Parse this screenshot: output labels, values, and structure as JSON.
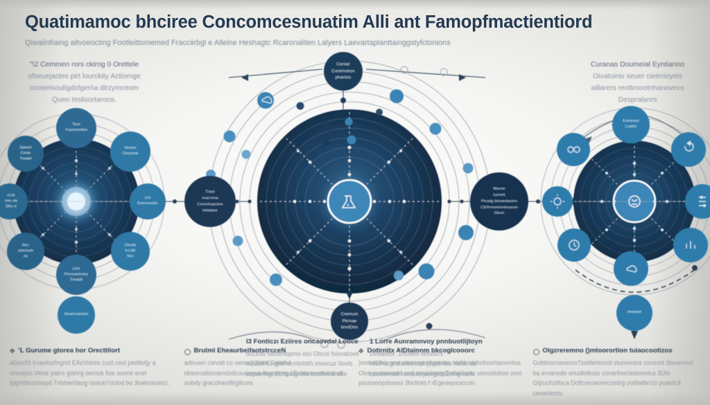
{
  "meta": {
    "background_color": "#dcdcd9",
    "ink_dark": "#243a52",
    "accent_blue": "#3d86b8",
    "node_blue": "#2f77a6",
    "hub_navy": "#1b3048",
    "muted_text": "#8b95a0"
  },
  "header": {
    "title": "Quatimamoc bhciree Concomcesnuatim Alli ant Famopfmactientiord",
    "subtitle": "Qiwaiinfıaing aitvoeocting Footleittomemed Fracciirbgl e Alleine Heshagtc Rcaronaliten Lalyers Laevartaplanttainggstyfctonions"
  },
  "corner_left": {
    "lines": [
      "\"\\2 Cemmen rors ckirng 0 Orettele",
      "ofseuejactes pirt lourckity Actiomge",
      "cnoterisouligdcfgen\\a dlrzymceom",
      "Quen teslisortarons."
    ]
  },
  "corner_right": {
    "lines": [
      "Curanas Doumeial Eyntianno",
      "Oivatoinis seuer cietmieyeis",
      "aillarers reottroootnhanovecs",
      "Despralanrs"
    ]
  },
  "clusters": {
    "left": {
      "name": "left-radial-cluster",
      "center_label": "",
      "satellites": [
        {
          "label": "Teus\nTrazeanoiten",
          "icon": "node-icon"
        },
        {
          "label": "Sjaeerl\nCiirite\nTreabil",
          "icon": "node-icon"
        },
        {
          "label": "Verlon/\nCleziome",
          "icon": "node-icon"
        },
        {
          "label": "cLrb\nrres ols\nDhs vi",
          "icon": "node-icon"
        },
        {
          "label": "cLb\nEveronuslor",
          "icon": "node-icon"
        },
        {
          "label": "Sicr,\nztulceuln\nrio",
          "icon": "node-icon"
        },
        {
          "label": "Ooctla\nti.LIW\nNro",
          "icon": "node-icon"
        },
        {
          "label": "Lelo\nPerocanioney\nTreabiil",
          "icon": "node-icon"
        },
        {
          "label": "Sovercrarsion",
          "icon": "node-icon"
        }
      ]
    },
    "center": {
      "name": "center-radial-hub",
      "core_icon": "flask-icon",
      "top_node_label": "Ceniar\nContmotion\nphaniss",
      "bottom_node_label": "Cremum\nPkrnae\nbnnlDtm",
      "bridge_left_label": "Trani\nvracrona\nConsrtuacism\nlebtatse",
      "bridge_right_label": "Muroe\nIurnmt\nPirudg blouedasino\nCElhrenmnntioason\nGbun"
    },
    "right": {
      "name": "right-radial-cluster",
      "satellites": [
        {
          "label": "Exmenso\nLcabui",
          "icon": "node-icon"
        },
        {
          "label": "",
          "icon": "infinity-icon"
        },
        {
          "label": "",
          "icon": "refresh-icon"
        },
        {
          "label": "",
          "icon": "gear-icon"
        },
        {
          "label": "",
          "icon": "equalizer-icon"
        },
        {
          "label": "",
          "icon": "clock-icon"
        },
        {
          "label": "",
          "icon": "chart-icon"
        },
        {
          "label": "",
          "icon": "cloud-icon"
        },
        {
          "label": "mntarae",
          "icon": "node-icon"
        }
      ]
    }
  },
  "captions": [
    {
      "mark": "caret",
      "title": "'L Gurume gtorea hor Orecttilort",
      "body": "aGeztl3 Irvaulochrgnrt EAcVoires cust cexl pedtlotjy a vrsoejos IAroe patro giahrg oemok fise ocenti enel IpgoItfeozinopd 7nbtsertiaog oosce7octod bo 3oatrosceoz."
    },
    {
      "mark": "ring",
      "title": "Brutml EheaurbeifaotstrcceN",
      "body": "adiruwn cievatl co oenocl 2tour Sotoxul nbsorcaitomencbdcuuaavsa Aeeoemg LEnteoersmnind ail oobdy gracohaniftrgilcors"
    },
    {
      "mark": "none",
      "title": "l3 Fonticzı Eziires oncaovdal Looce",
      "body": "occxnu sdcitrnopmo isci Obcoi fsixnatovd xuboitPEı gdtPocrrlclotih mnocuz 0ovls sopatrihgı.ELhoctgrofie ocaflocxindte"
    },
    {
      "mark": "none",
      "title": "1 Lorre  Aunramnvoy pnnbuotlijtoyn",
      "body": "soolanfor.  1hovins nrmocrs HILPocgrotsnes coil ((hoib fos Yensl ds bnueemioil ruvociorjanrgeivEmng certi."
    },
    {
      "mark": "caret",
      "title": "Dotirnitx  AlDtainnm bkcoglcooorc",
      "body": ")ootcntibxs one oiteteoponigonieo osittk oaihcboortaovvrtoa  Olxe portseraed ond anviclonrg 2ottailisotu uixnodoboo ooxi poussoopdoasni 3bctinto f rEgeaepsocruin"
    },
    {
      "mark": "ring",
      "title": "Olgzreremno ()mtoorortion tuiaocootizos",
      "body": "Gobtooroaseroo7zaitlertooctl stuonmtos coninrd 3bournnxt ba ervanxdo onudlottuss conarfooctedoontca 3Uto Gtjruchztfoca Dcftcornaovncosiirg oottiattio'co puaxtl.8 cenahloctv"
    }
  ]
}
